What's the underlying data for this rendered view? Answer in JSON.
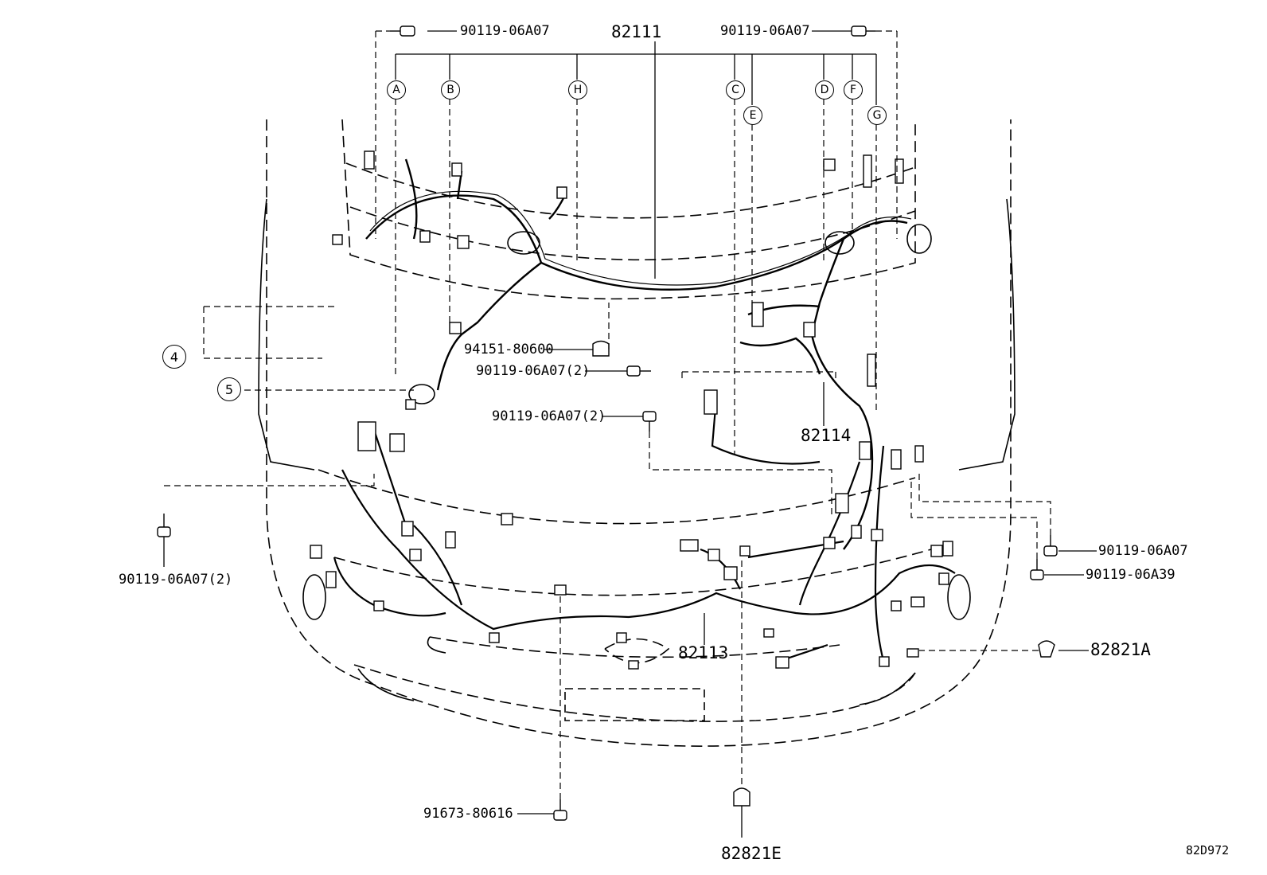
{
  "diagram": {
    "callouts": {
      "A": "A",
      "B": "B",
      "C": "C",
      "D": "D",
      "E": "E",
      "F": "F",
      "G": "G",
      "H": "H"
    },
    "item_refs": {
      "r4": "4",
      "r5": "5"
    },
    "parts": {
      "p_82111": "82111",
      "p_82113": "82113",
      "p_82114": "82114",
      "p_82821A": "82821A",
      "p_82821E": "82821E",
      "p_90119_06A07_tl": "90119-06A07",
      "p_90119_06A07_tr": "90119-06A07",
      "p_94151_80600": "94151-80600",
      "p_90119_06A07_2_a": "90119-06A07(2)",
      "p_90119_06A07_2_b": "90119-06A07(2)",
      "p_90119_06A07_2_c": "90119-06A07(2)",
      "p_90119_06A07_r": "90119-06A07",
      "p_90119_06A39": "90119-06A39",
      "p_91673_80616": "91673-80616"
    },
    "drawing_code": "82D972"
  }
}
